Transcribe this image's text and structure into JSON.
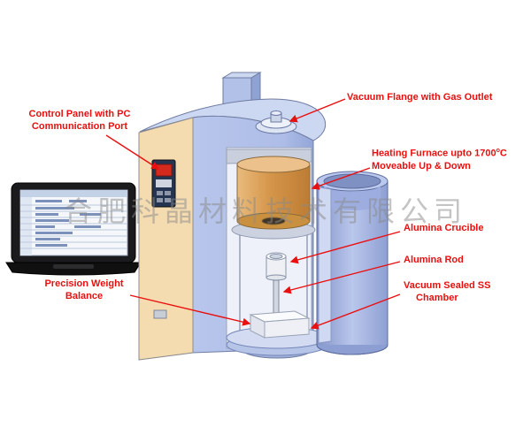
{
  "watermark": "合肥科晶材料技术有限公司",
  "colors": {
    "label_red": "#ea0f0f",
    "machine_blue": "#b5c4ea",
    "machine_blue_dark": "#8fa2d4",
    "panel_cream": "#f4dbb0",
    "furnace_orange": "#d5964a",
    "watermark_gray": "#8a8a8a"
  },
  "labels": {
    "vacuum_flange": "Vacuum Flange with Gas Outlet",
    "control_panel": {
      "line1": "Control Panel with PC",
      "line2": "Communication Port"
    },
    "heating_furnace": {
      "line1_prefix": "Heating Furnace upto 1700",
      "line1_sup": "o",
      "line1_suffix": "C",
      "line2": "Moveable Up & Down"
    },
    "alumina_crucible": "Alumina Crucible",
    "alumina_rod": "Alumina Rod",
    "vacuum_chamber": {
      "line1": "Vacuum Sealed SS",
      "line2": "Chamber"
    },
    "precision_balance": {
      "line1": "Precision Weight",
      "line2": "Balance"
    }
  }
}
